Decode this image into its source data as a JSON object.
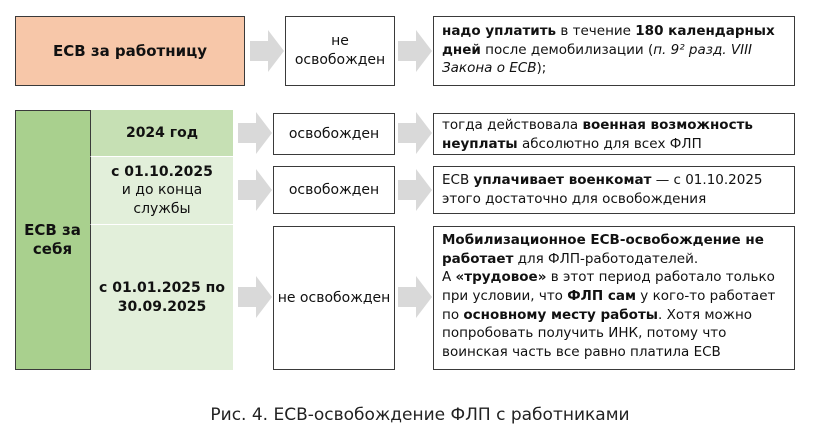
{
  "employee": {
    "label": "ЕСВ за работницу",
    "status": "не освобожден",
    "description": [
      {
        "t": "надо уплатить",
        "b": true
      },
      {
        "t": " в течение ",
        "b": false
      },
      {
        "t": "180 календарных дней",
        "b": true
      },
      {
        "t": " после демобилизации (",
        "b": false
      },
      {
        "t": "п. 9² разд. VIII Закона о ЕСВ",
        "b": false,
        "i": true
      },
      {
        "t": ");",
        "b": false
      }
    ]
  },
  "self": {
    "label": "ЕСВ за себя",
    "rows": [
      {
        "period": "2024 год",
        "status": "освобожден",
        "description": [
          {
            "t": "тогда действовала ",
            "b": false
          },
          {
            "t": "военная возможность неуплаты",
            "b": true
          },
          {
            "t": " абсолютно для всех ФЛП",
            "b": false
          }
        ]
      },
      {
        "period_line1": "с 01.10.2025",
        "period_line2": "и до конца службы",
        "status": "освобожден",
        "description": [
          {
            "t": "ЕСВ ",
            "b": false
          },
          {
            "t": "уплачивает военкомат",
            "b": true
          },
          {
            "t": " — с 01.10.2025 этого достаточно для освобождения",
            "b": false
          }
        ]
      },
      {
        "period": "с 01.01.2025 по 30.09.2025",
        "status": "не освобожден",
        "description": [
          {
            "t": "Мобилизационное ЕСВ-освобождение не работает",
            "b": true
          },
          {
            "t": " для ФЛП-работодателей.",
            "b": false
          },
          {
            "t": "\nА ",
            "b": false
          },
          {
            "t": "«трудовое»",
            "b": true
          },
          {
            "t": " в этот период работало только при условии, что ",
            "b": false
          },
          {
            "t": "ФЛП сам",
            "b": true
          },
          {
            "t": " у кого-то работает по ",
            "b": false
          },
          {
            "t": "основному месту работы",
            "b": true
          },
          {
            "t": ". Хотя можно попробовать получить ИНК, потому что воинская часть все равно платила ЕСВ",
            "b": false
          }
        ]
      }
    ]
  },
  "caption": "Рис. 4. ЕСВ-освобождение ФЛП с работниками",
  "colors": {
    "employee_fill": "#f7c7a9",
    "self_fill": "#a9d08e",
    "period_fill_dark": "#c6e0b4",
    "period_fill_light": "#e2efda",
    "arrow_fill": "#d9d9d9",
    "border": "#3a3a3a"
  }
}
